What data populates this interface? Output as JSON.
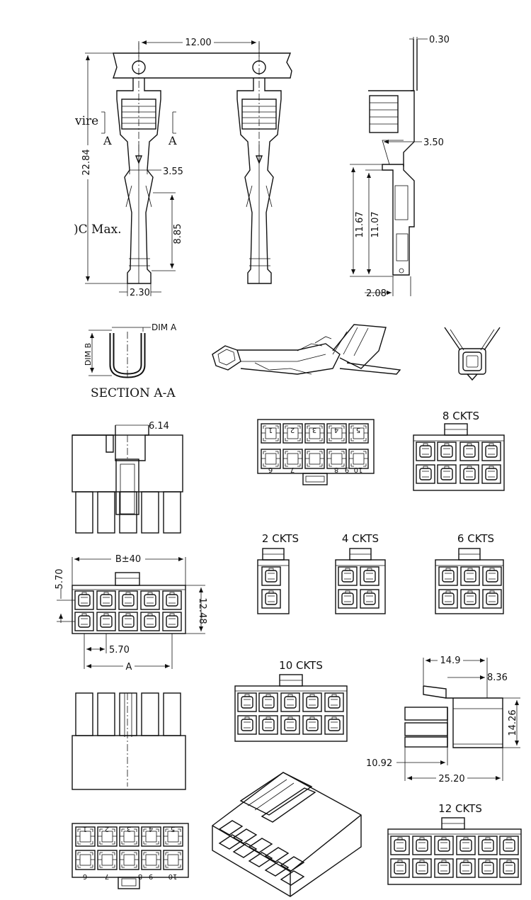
{
  "drawing": {
    "terminal_front": {
      "pitch_dim": "12.00",
      "overall_height_dim": "22.84",
      "wire_label": "vire",
      "section_mark": "A",
      "width_dim": "3.55",
      "crimp_dim": "8.85",
      "max_label": ")C Max.",
      "bottom_width_dim": "2.30"
    },
    "terminal_side": {
      "thickness_dim": "0.30",
      "offset_dim": "3.50",
      "height_a_dim": "11.67",
      "height_b_dim": "11.07",
      "base_dim": "2.08"
    },
    "section_aa": {
      "dim_a": "DIM A",
      "dim_b": "DIM B",
      "title": "SECTION A-A"
    },
    "housing_views": {
      "pitch_top_dim": "6.14",
      "b_dim": "B±40",
      "row_pitch_dim": "5.70",
      "height_dim": "12.48",
      "col_pitch_dim": "5.70",
      "a_dim": "A",
      "depth_a_dim": "14.9",
      "depth_b_dim": "8.36",
      "side_height_dim": "14.26",
      "tail_dim": "10.92",
      "length_dim": "25.20"
    },
    "pin_numbers": {
      "top": [
        "1",
        "2",
        "3",
        "4",
        "5"
      ],
      "bottom": [
        "6",
        "7",
        "8",
        "9",
        "10"
      ]
    },
    "variants": {
      "ckt2": "2 CKTS",
      "ckt4": "4 CKTS",
      "ckt6": "6 CKTS",
      "ckt8": "8 CKTS",
      "ckt10": "10 CKTS",
      "ckt12": "12 CKTS"
    }
  }
}
